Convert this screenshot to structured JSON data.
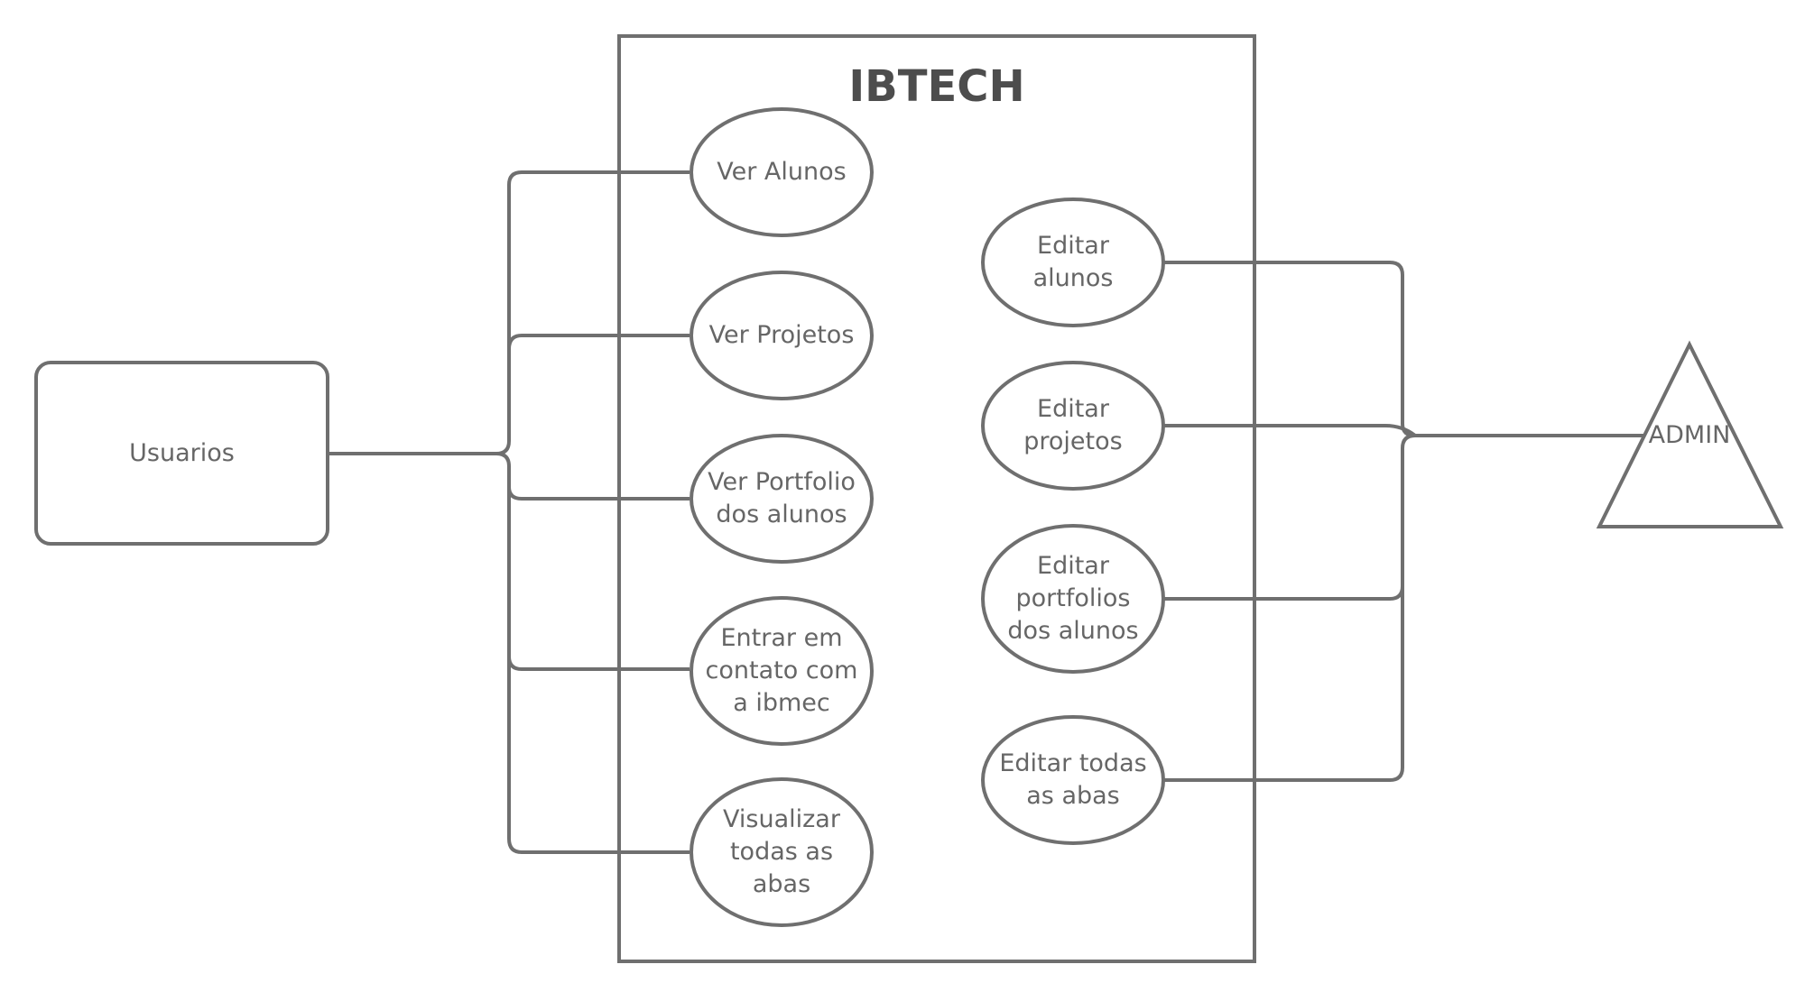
{
  "system": {
    "title": "IBTECH"
  },
  "actors": {
    "users": "Usuarios",
    "admin": "ADMIN"
  },
  "user_use_cases": [
    "Ver Alunos",
    "Ver Projetos",
    "Ver Portfolio\ndos alunos",
    "Entrar em\ncontato com\na ibmec",
    "Visualizar\ntodas as\nabas"
  ],
  "admin_use_cases": [
    "Editar\nalunos",
    "Editar\nprojetos",
    "Editar\nportfolios\ndos alunos",
    "Editar todas\nas abas"
  ],
  "colors": {
    "stroke": "#6f6f6f",
    "text": "#666666",
    "title": "#4d4d4d",
    "background": "#ffffff"
  }
}
